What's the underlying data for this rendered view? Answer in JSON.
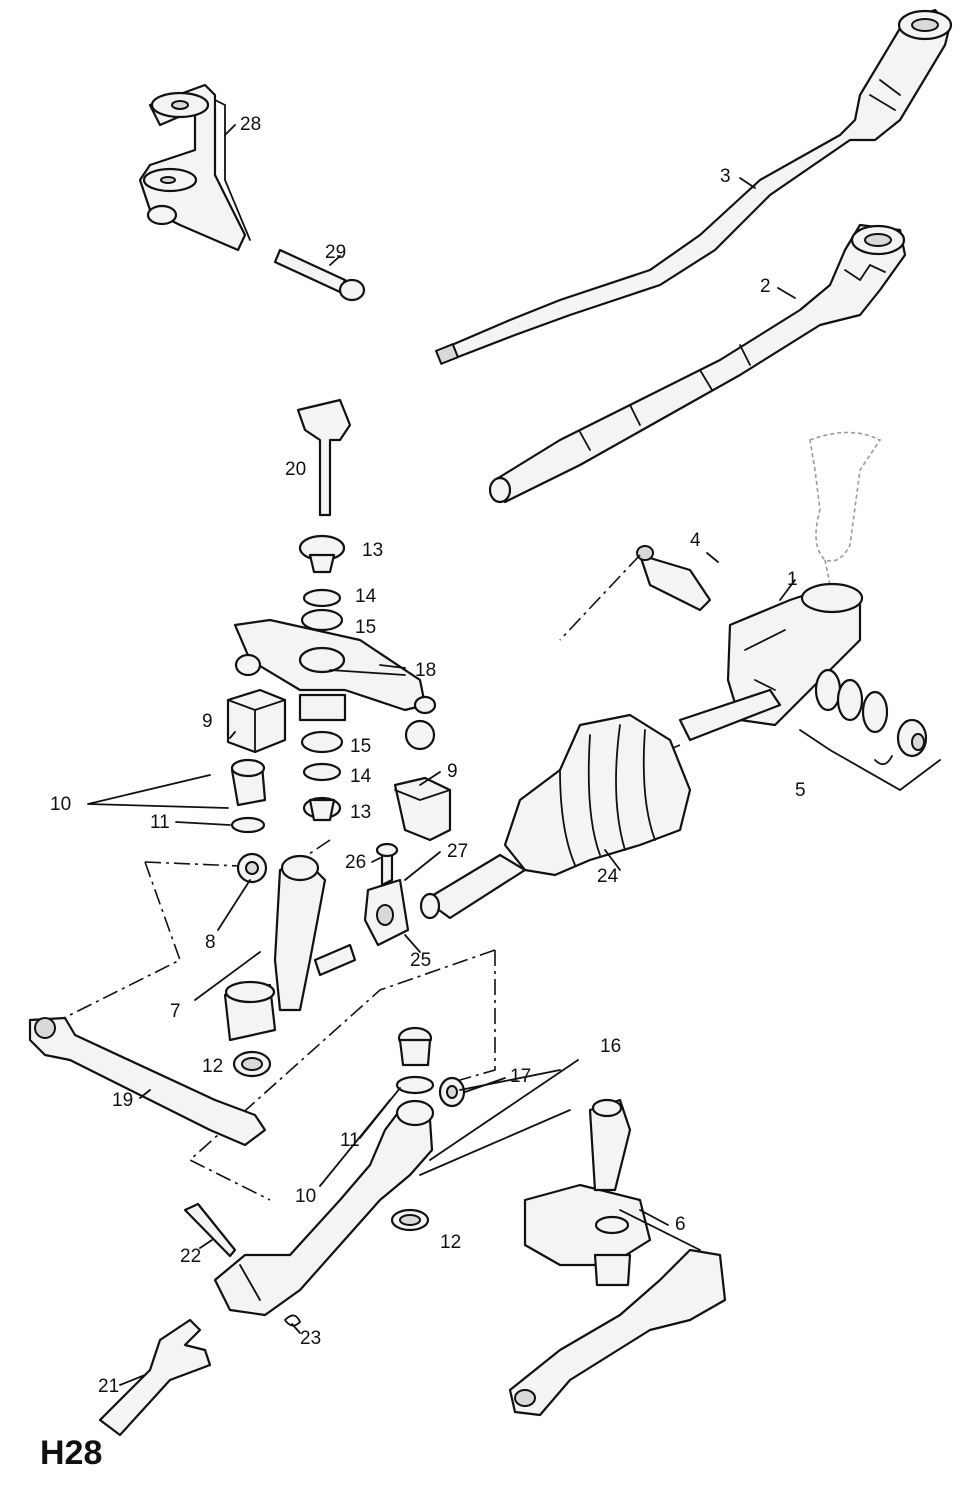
{
  "diagram": {
    "code": "H28",
    "callouts": {
      "c1": "1",
      "c2": "2",
      "c3": "3",
      "c4": "4",
      "c5": "5",
      "c6": "6",
      "c7": "7",
      "c8": "8",
      "c9a": "9",
      "c9b": "9",
      "c10a": "10",
      "c10b": "10",
      "c11a": "11",
      "c11b": "11",
      "c12a": "12",
      "c12b": "12",
      "c13a": "13",
      "c13b": "13",
      "c14a": "14",
      "c14b": "14",
      "c15a": "15",
      "c15b": "15",
      "c16": "16",
      "c17": "17",
      "c18": "18",
      "c19": "19",
      "c20": "20",
      "c21": "21",
      "c22": "22",
      "c23": "23",
      "c24": "24",
      "c25": "25",
      "c26": "26",
      "c27": "27",
      "c28": "28",
      "c29": "29"
    }
  }
}
